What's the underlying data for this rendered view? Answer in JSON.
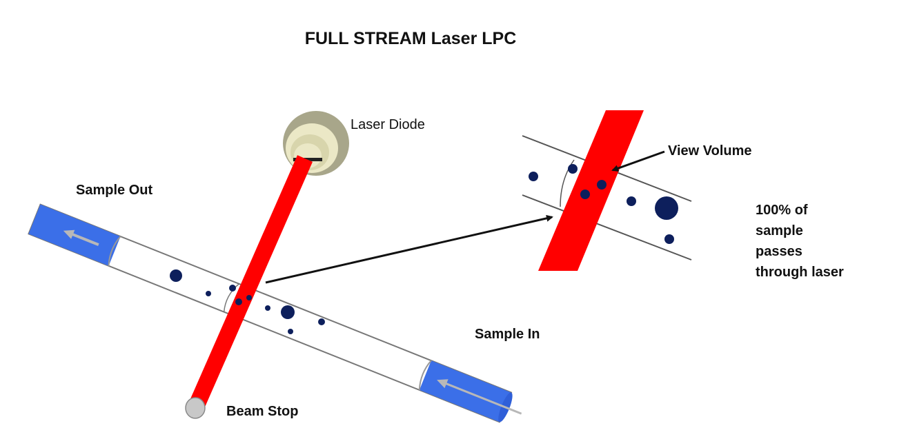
{
  "title": "FULL STREAM Laser LPC",
  "labels": {
    "laser_diode": "Laser Diode",
    "sample_out": "Sample Out",
    "sample_in": "Sample In",
    "beam_stop": "Beam Stop",
    "view_volume": "View Volume"
  },
  "note": [
    "100% of",
    "sample",
    "passes",
    "through laser"
  ],
  "colors": {
    "laser": "#ff0000",
    "tube_cap": "#3b6fe8",
    "particle": "#0d1f5c",
    "diode_outer": "#a8a68a",
    "diode_inner": "#ebe8c6",
    "beam_stop": "#c8c8c8"
  }
}
